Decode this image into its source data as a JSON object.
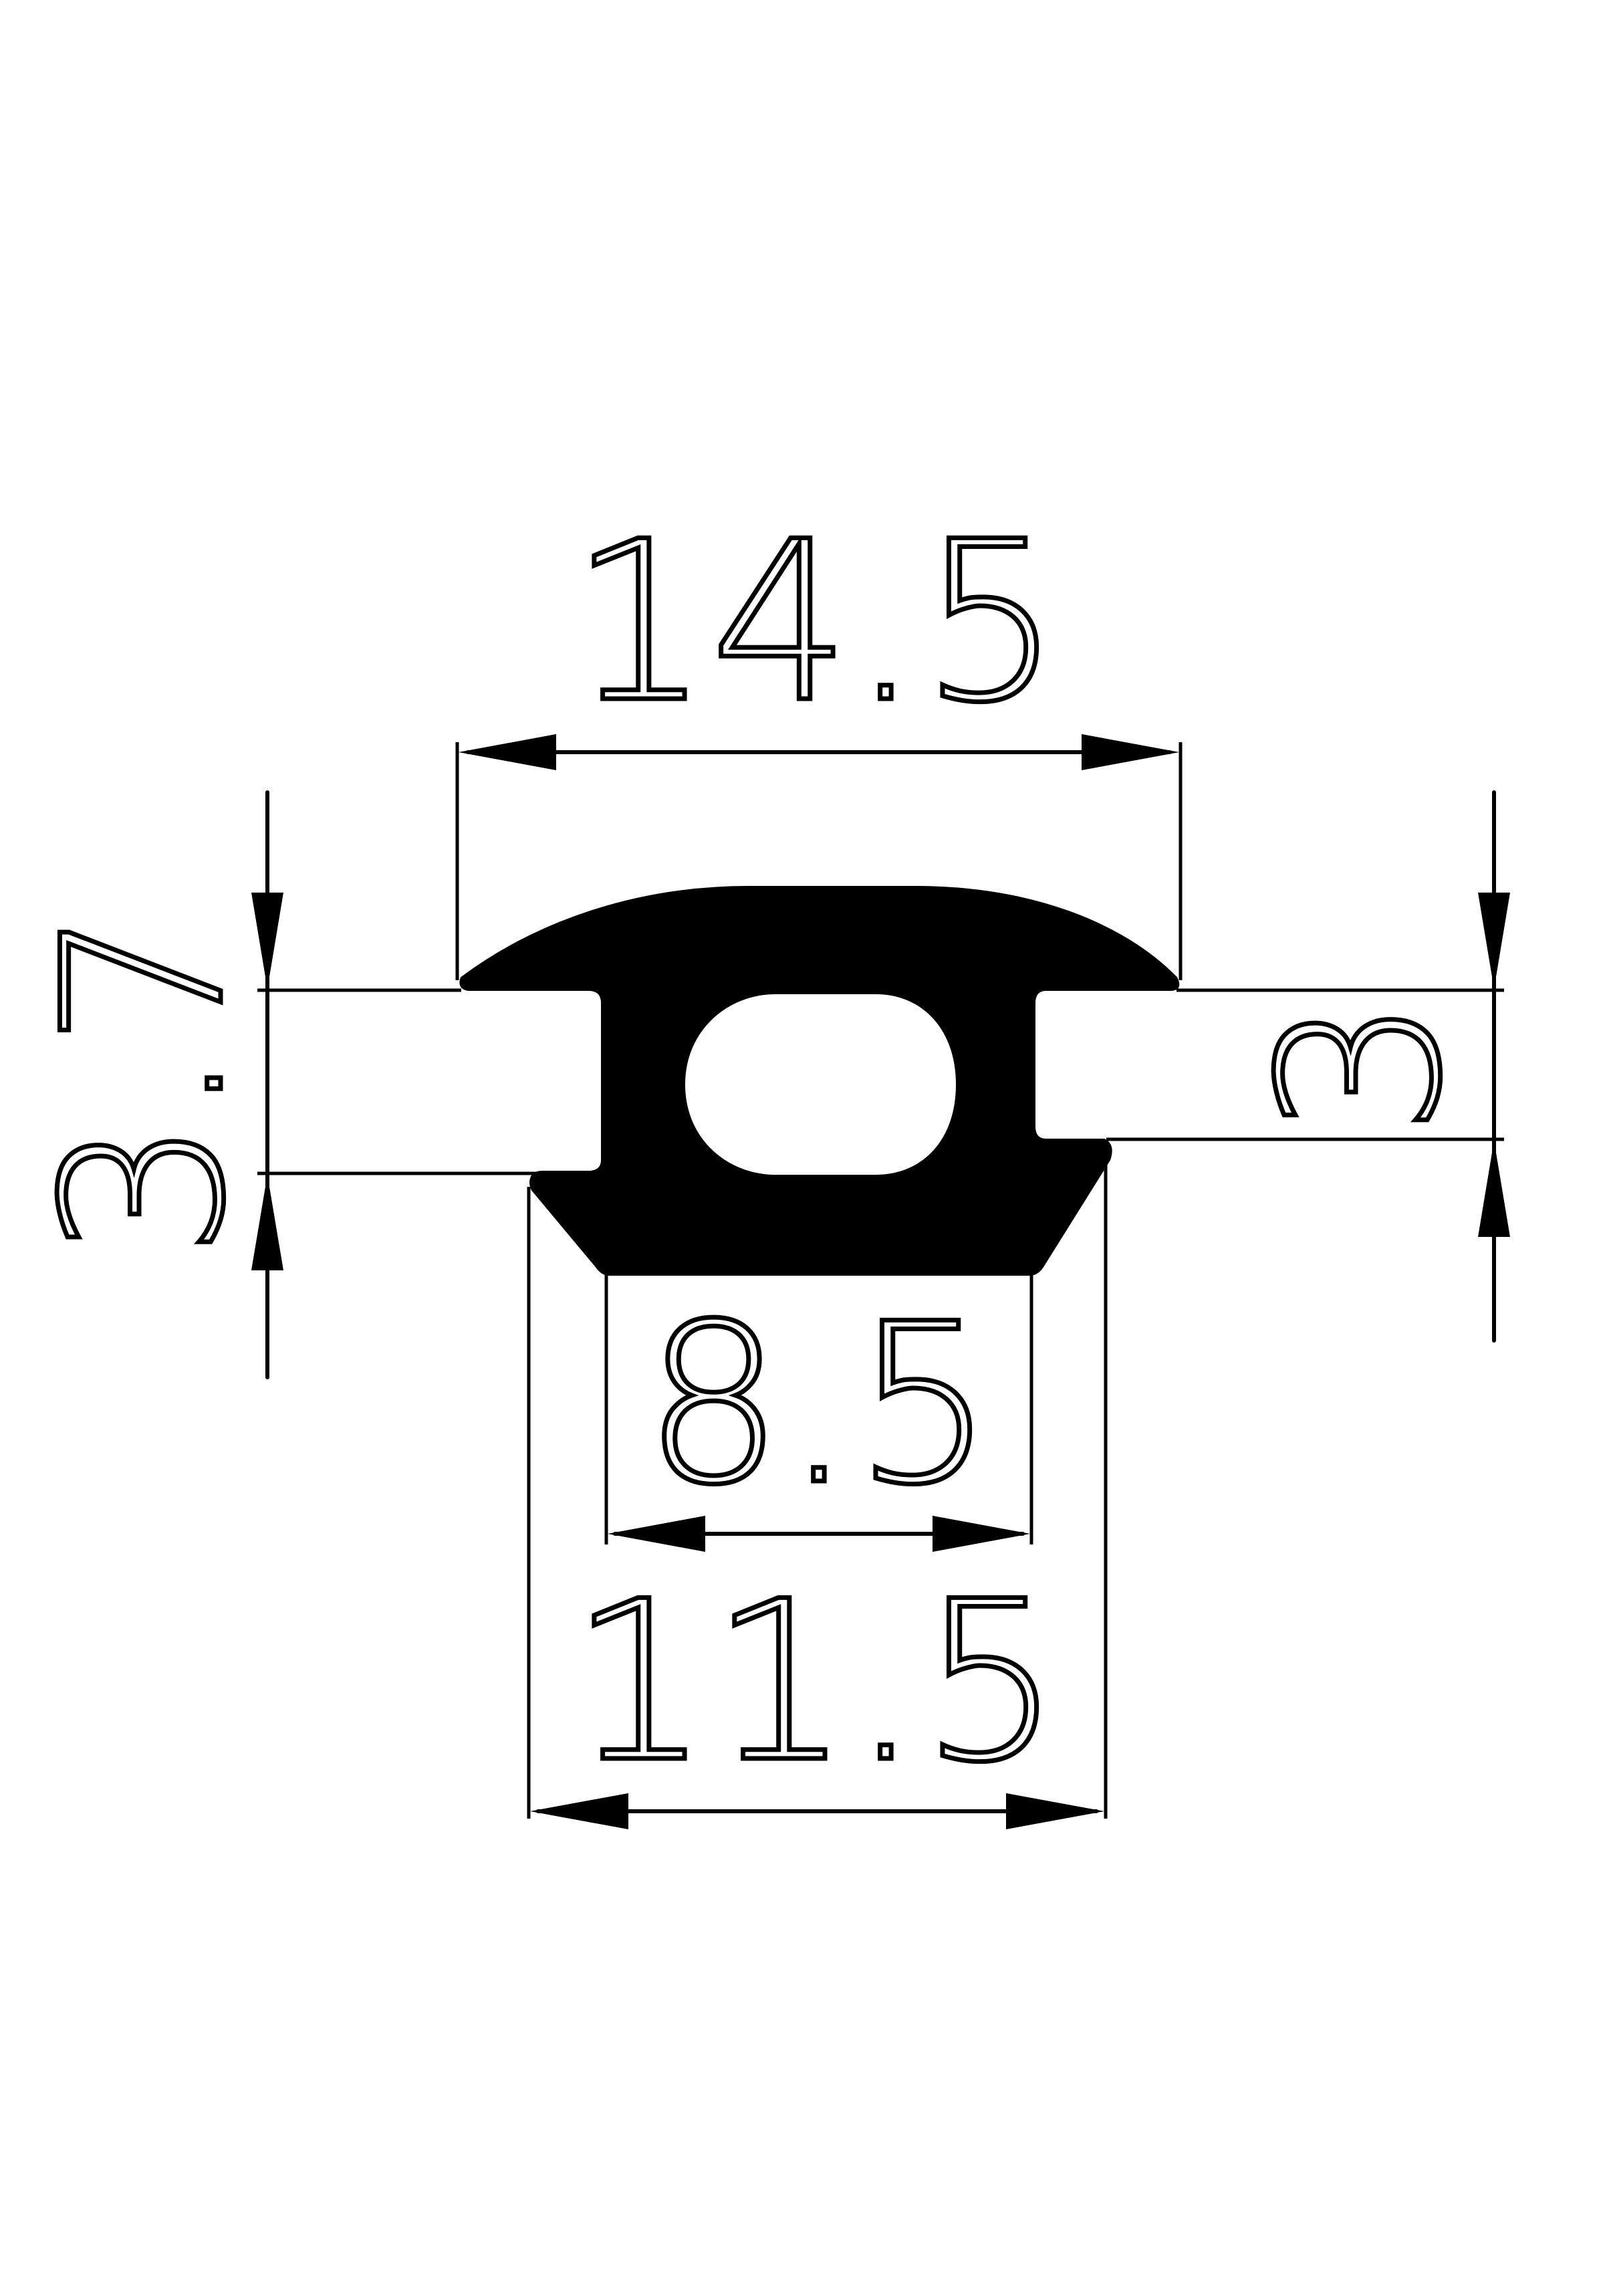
{
  "drawing": {
    "type": "extrusion profile cross-section",
    "dimensions": {
      "top_width": "14.5",
      "bottom_inner_width": "8.5",
      "bottom_outer_width": "11.5",
      "left_height": "3.7",
      "right_height": "3"
    },
    "colors": {
      "profile_fill": "#000000",
      "background": "#ffffff"
    }
  }
}
